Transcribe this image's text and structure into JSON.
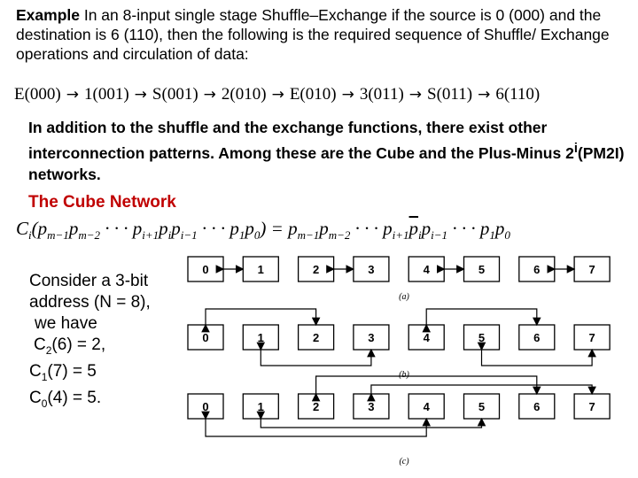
{
  "intro": {
    "bold_word": "Example",
    "text": " In an 8-input single stage Shuffle–Exchange if the source is 0 (000) and the destination is 6 (110), then the following is the required sequence of Shuffle/ Exchange operations and circulation of data:"
  },
  "sequence": [
    "E(000)",
    "1(001)",
    "S(001)",
    "2(010)",
    "E(010)",
    "3(011)",
    "S(011)",
    "6(110)"
  ],
  "sequence_arrow": "→",
  "paragraph2": {
    "line1": "In addition to the shuffle and the exchange functions, there exist other interconnection patterns. Among these are the Cube and the Plus-Minus 2",
    "sup": "i",
    "line2": "(PM2I) networks."
  },
  "cube_title": "The Cube Network",
  "cube_title_color": "#c00000",
  "formula": {
    "lhs": "C",
    "lhs_sub": "i",
    "eq": "=",
    "rhs": "p"
  },
  "consider": {
    "line1": "Consider a 3-bit",
    "line2": "address (N = 8),",
    "line3": "we have",
    "c2_label": "C",
    "c2_sub": "2",
    "c2_rest": "(6) = 2,",
    "c1_label": "C",
    "c1_sub": "1",
    "c1_rest": "(7) = 5",
    "c0_label": "C",
    "c0_sub": "0",
    "c0_rest": "(4) = 5."
  },
  "diagram": {
    "node_labels": [
      "0",
      "1",
      "2",
      "3",
      "4",
      "5",
      "6",
      "7"
    ],
    "panel_captions": [
      "(a)",
      "(b)",
      "(c)"
    ],
    "panel_pairs": [
      [
        [
          0,
          1
        ],
        [
          2,
          3
        ],
        [
          4,
          5
        ],
        [
          6,
          7
        ]
      ],
      [
        [
          0,
          2
        ],
        [
          1,
          3
        ],
        [
          4,
          6
        ],
        [
          5,
          7
        ]
      ],
      [
        [
          0,
          4
        ],
        [
          1,
          5
        ],
        [
          2,
          6
        ],
        [
          3,
          7
        ]
      ]
    ]
  }
}
